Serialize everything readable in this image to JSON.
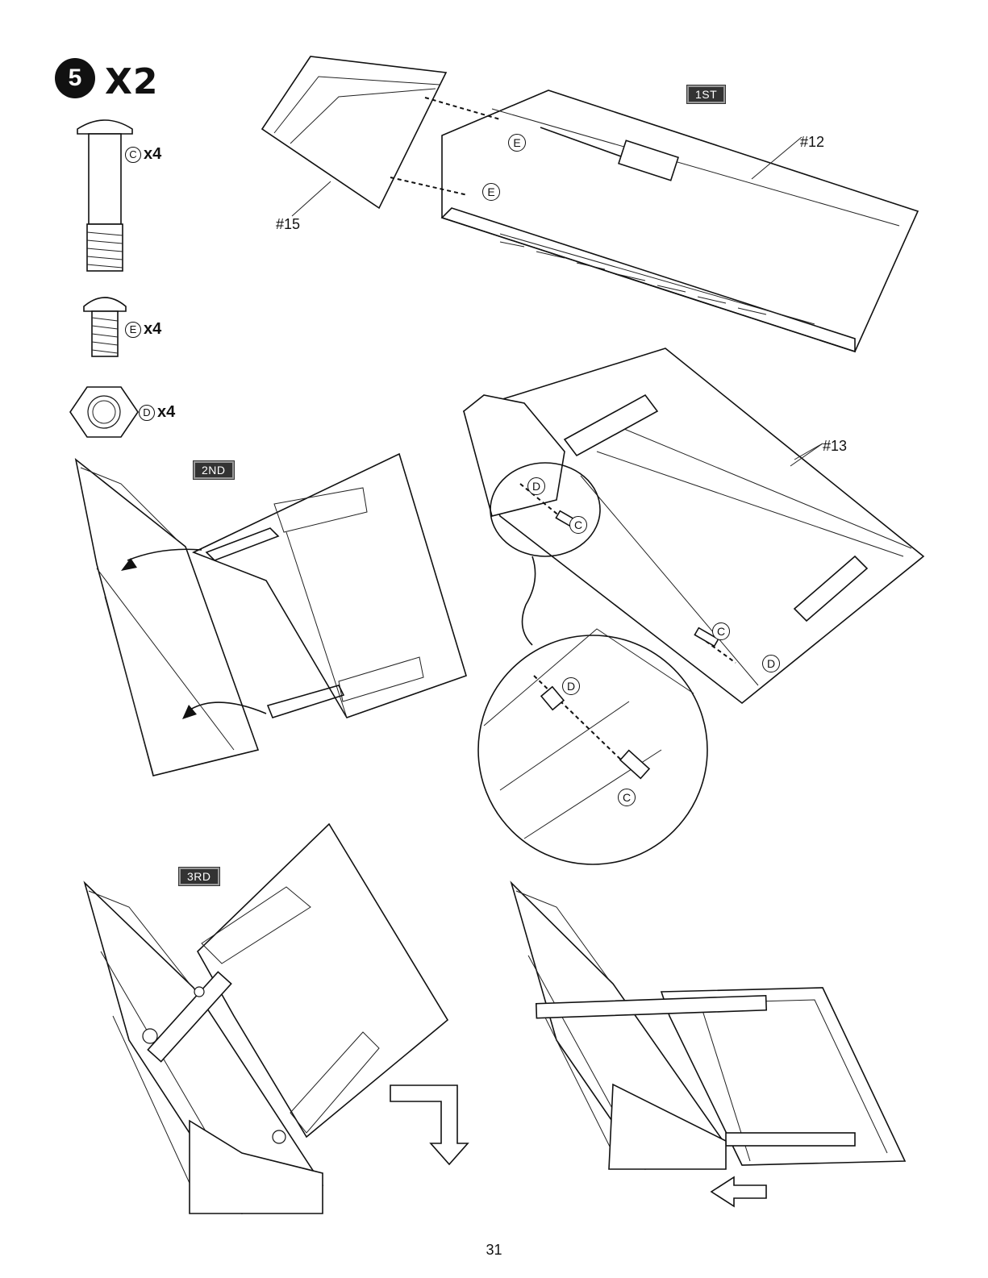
{
  "step": {
    "number": "5",
    "multiplier": "X2"
  },
  "hardware": [
    {
      "letter": "C",
      "qty": "x4",
      "icon": "shoulder-bolt-icon"
    },
    {
      "letter": "E",
      "qty": "x4",
      "icon": "screw-icon"
    },
    {
      "letter": "D",
      "qty": "x4",
      "icon": "hex-nut-icon"
    }
  ],
  "stages": {
    "first": "1ST",
    "second": "2ND",
    "third": "3RD"
  },
  "parts": {
    "p12": "#12",
    "p13": "#13",
    "p15": "#15"
  },
  "callouts": {
    "e": "E",
    "c": "C",
    "d": "D"
  },
  "page_number": "31"
}
